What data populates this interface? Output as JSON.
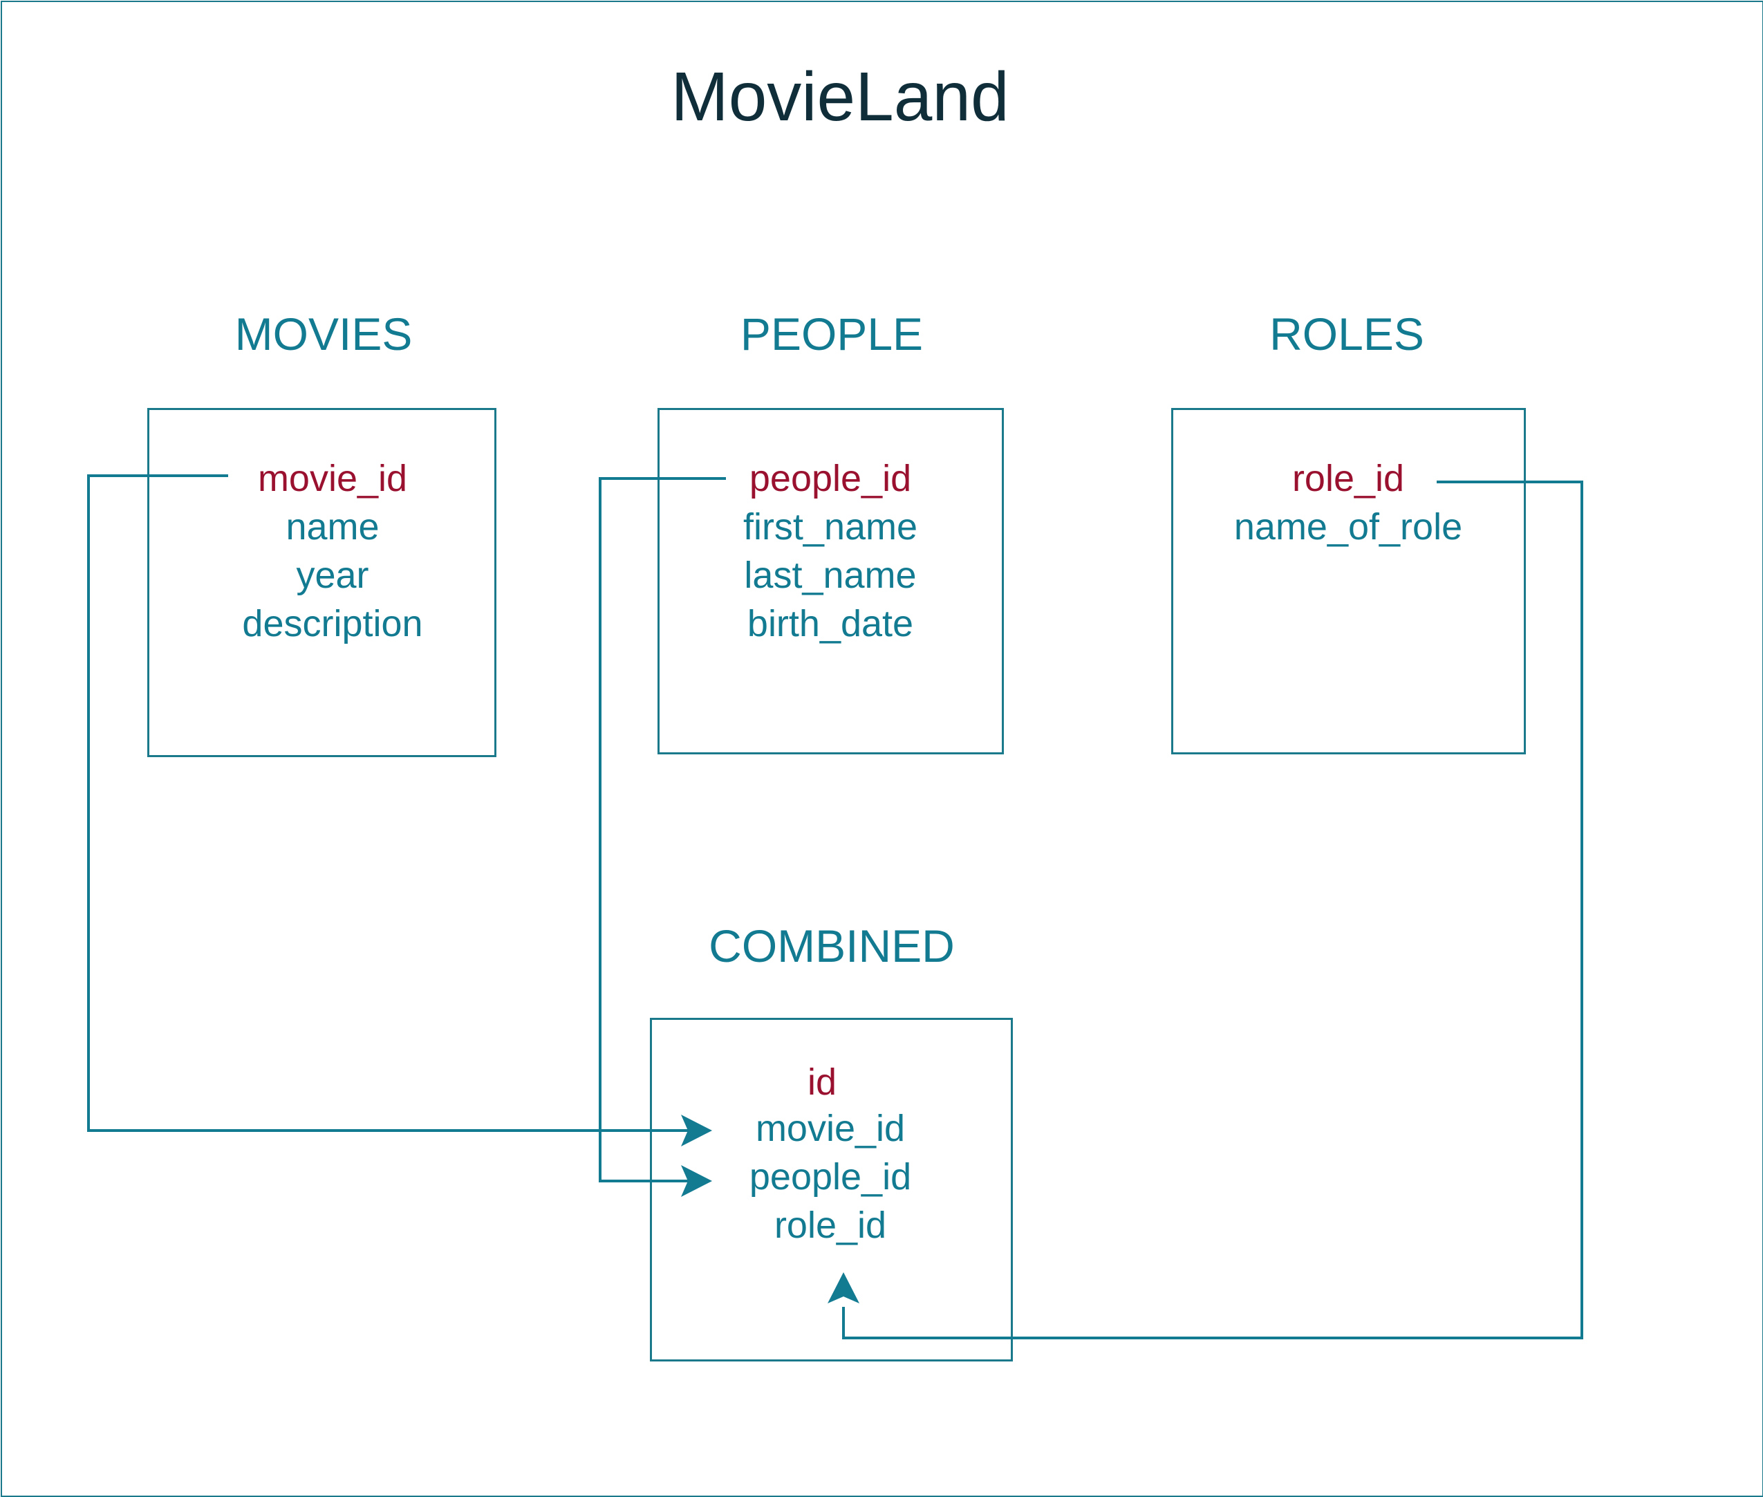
{
  "title": "MovieLand",
  "entities": {
    "movies": {
      "name": "MOVIES",
      "fields": [
        "movie_id",
        "name",
        "year",
        "description"
      ]
    },
    "people": {
      "name": "PEOPLE",
      "fields": [
        "people_id",
        "first_name",
        "last_name",
        "birth_date"
      ]
    },
    "roles": {
      "name": "ROLES",
      "fields": [
        "role_id",
        "name_of_role"
      ]
    },
    "combined": {
      "name": "COMBINED",
      "fields": [
        "id",
        "movie_id",
        "people_id",
        "role_id"
      ]
    }
  },
  "relationships": [
    {
      "from": "MOVIES.movie_id",
      "to": "COMBINED.movie_id"
    },
    {
      "from": "PEOPLE.people_id",
      "to": "COMBINED.people_id"
    },
    {
      "from": "ROLES.role_id",
      "to": "COMBINED.role_id"
    }
  ],
  "colors": {
    "accent": "#127a91",
    "primary_key": "#9a1130",
    "title": "#0f2e3a",
    "border": "#1a7a8c"
  }
}
